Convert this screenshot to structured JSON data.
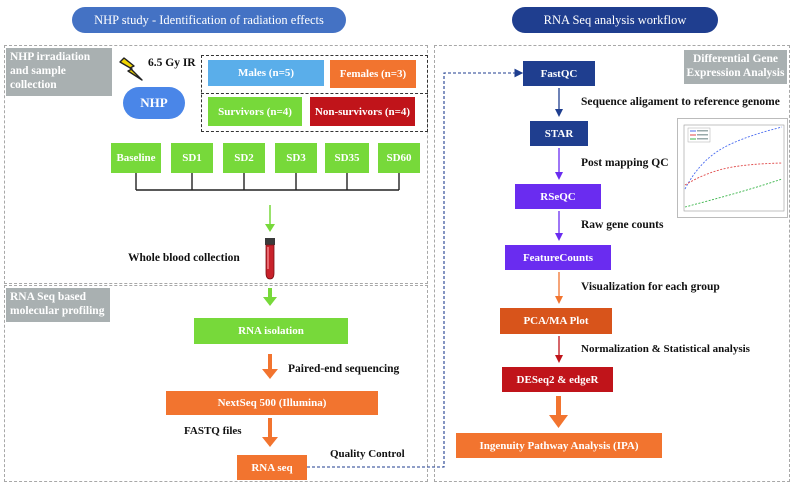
{
  "left": {
    "title": "NHP study - Identification of radiation effects",
    "panel1_label": "NHP irradiation and sample collection",
    "dose": "6.5 Gy IR",
    "nhp": "NHP",
    "males": "Males (n=5)",
    "females": "Females (n=3)",
    "survivors": "Survivors (n=4)",
    "nonsurvivors": "Non-survivors (n=4)",
    "timepoints": [
      "Baseline",
      "SD1",
      "SD2",
      "SD3",
      "SD35",
      "SD60"
    ],
    "blood": "Whole blood collection",
    "panel2_label": "RNA Seq based molecular profiling",
    "rna_isolation": "RNA isolation",
    "paired_end": "Paired-end sequencing",
    "nextseq": "NextSeq 500 (Illumina)",
    "fastq_files": "FASTQ files",
    "rna_seq": "RNA seq",
    "qc": "Quality Control"
  },
  "right": {
    "title": "RNA Seq analysis workflow",
    "panel_label": "Differential Gene Expression Analysis",
    "steps": [
      "FastQC",
      "STAR",
      "RSeQC",
      "FeatureCounts",
      "PCA/MA Plot",
      "DESeq2 & edgeR",
      "Ingenuity Pathway Analysis (IPA)"
    ],
    "step_labels": [
      "Sequence aligament to reference genome",
      "Post mapping QC",
      "Raw gene counts",
      "Visualization for each group",
      "Normalization & Statistical analysis"
    ]
  },
  "colors": {
    "title_blue": "#4472c4",
    "title_navy": "#1f3e8f",
    "nhp_blue": "#4a86e8",
    "males_blue": "#5aaeea",
    "orange": "#f2742f",
    "green": "#77d93a",
    "dark_red": "#c0141a",
    "navy_box": "#1f3e8f",
    "purple": "#6a2cf0",
    "rust": "#d8541b"
  }
}
